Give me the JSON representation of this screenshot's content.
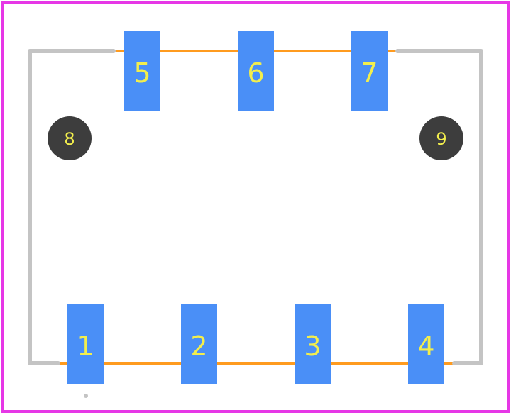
{
  "footprint": {
    "colors": {
      "board_outline": "#e637e6",
      "silkscreen": "#c4c4c4",
      "assembly": "#ff9b1f",
      "smd_pad": "#4a8ff7",
      "mounting_hole": "#3d3d3d",
      "pad_text": "#f2ee4d"
    },
    "pads": [
      {
        "id": "1",
        "label": "1",
        "kind": "smd"
      },
      {
        "id": "2",
        "label": "2",
        "kind": "smd"
      },
      {
        "id": "3",
        "label": "3",
        "kind": "smd"
      },
      {
        "id": "4",
        "label": "4",
        "kind": "smd"
      },
      {
        "id": "5",
        "label": "5",
        "kind": "smd"
      },
      {
        "id": "6",
        "label": "6",
        "kind": "smd"
      },
      {
        "id": "7",
        "label": "7",
        "kind": "smd"
      }
    ],
    "holes": [
      {
        "id": "8",
        "label": "8",
        "kind": "mounting-hole"
      },
      {
        "id": "9",
        "label": "9",
        "kind": "mounting-hole"
      }
    ]
  }
}
